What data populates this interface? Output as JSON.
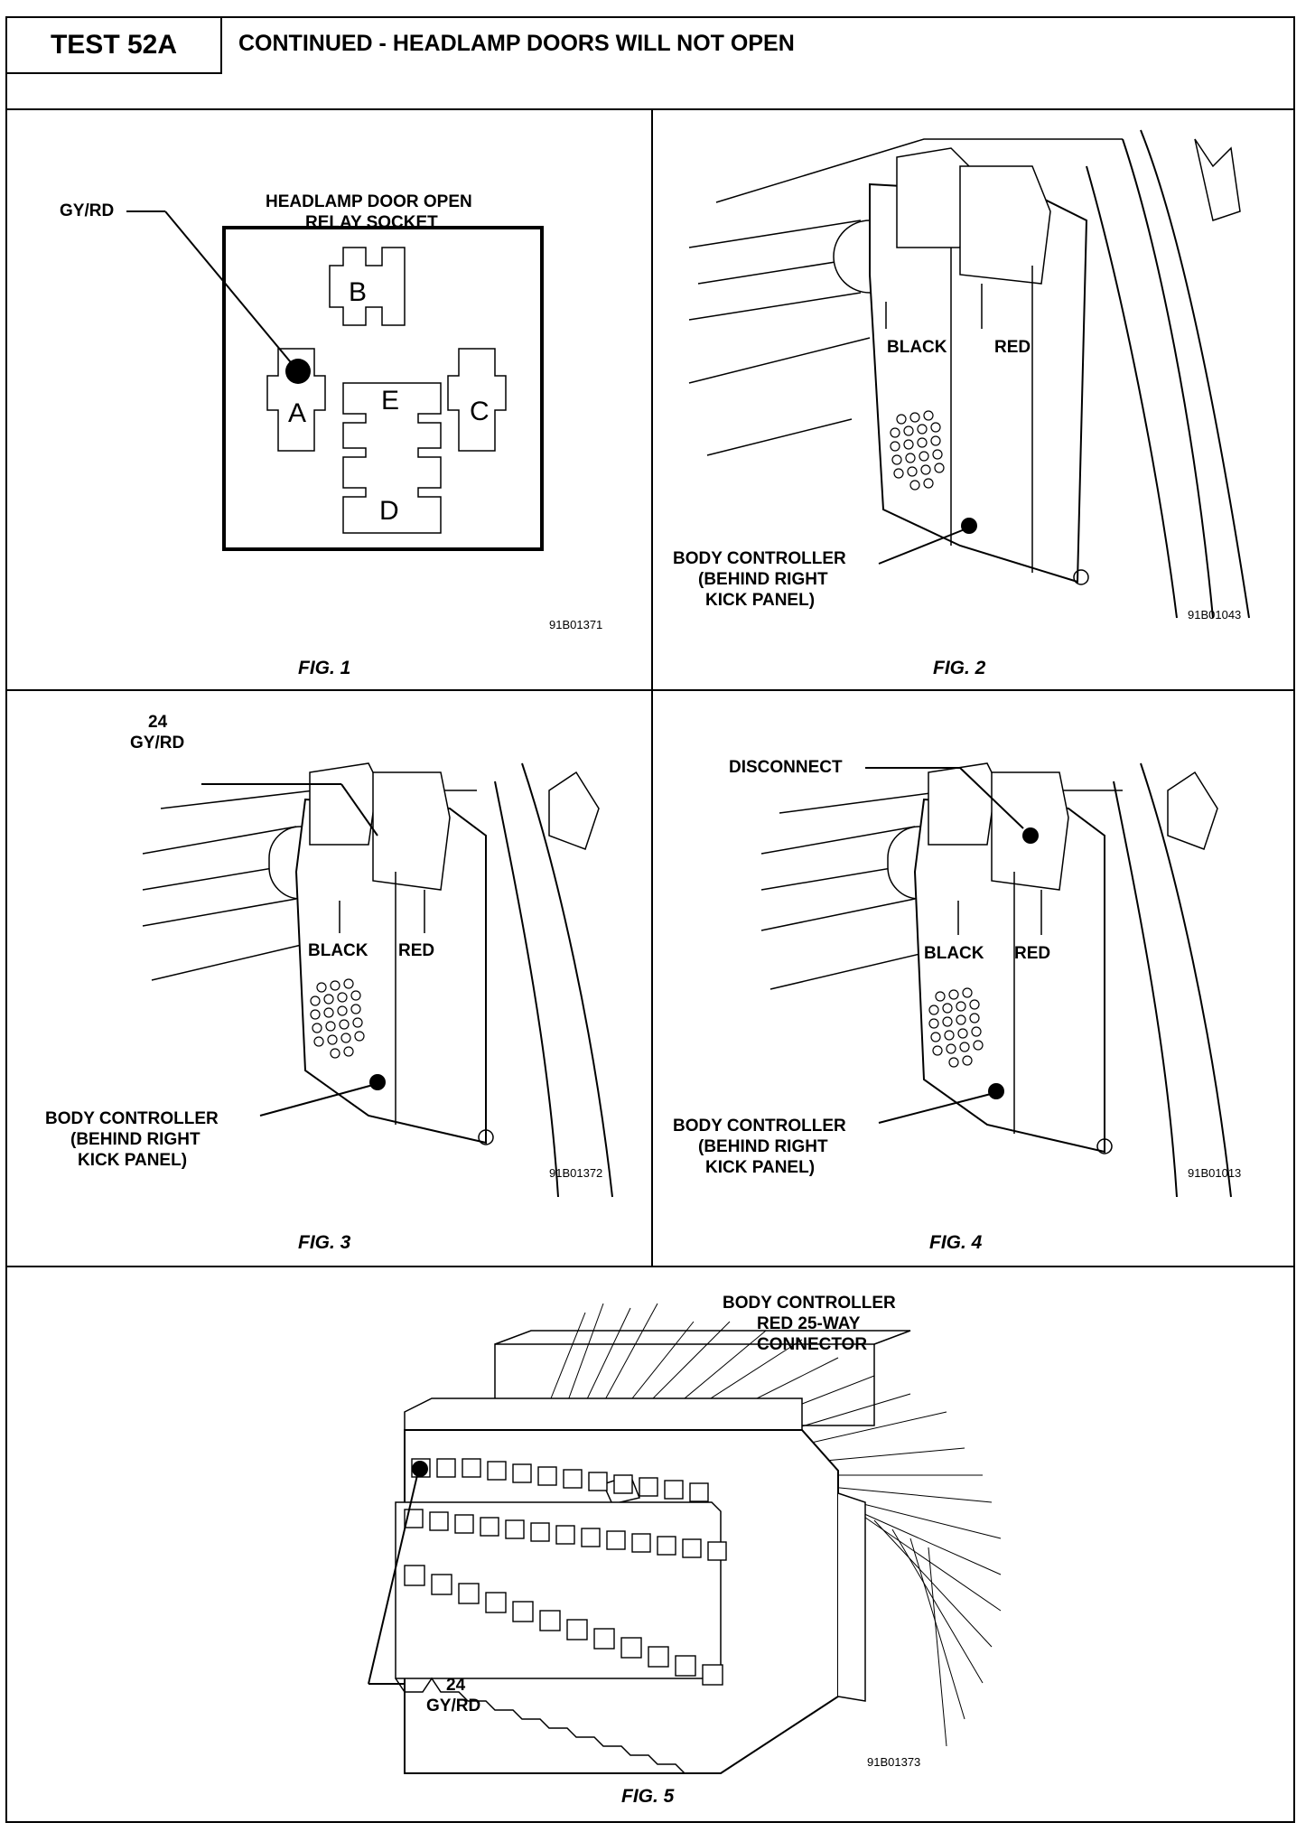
{
  "header": {
    "test_id": "TEST 52A",
    "title": "CONTINUED - HEADLAMP DOORS WILL NOT OPEN"
  },
  "fig1": {
    "socket_title_line1": "HEADLAMP DOOR OPEN",
    "socket_title_line2": "RELAY SOCKET",
    "wire_label": "GY/RD",
    "terminals": [
      "A",
      "B",
      "C",
      "D",
      "E"
    ],
    "code": "91B01371",
    "caption": "FIG. 1"
  },
  "fig2": {
    "black_label": "BLACK",
    "red_label": "RED",
    "controller_line1": "BODY CONTROLLER",
    "controller_line2": "(BEHIND RIGHT",
    "controller_line3": "KICK PANEL)",
    "code": "91B01043",
    "caption": "FIG. 2"
  },
  "fig3": {
    "pin_number": "24",
    "wire_label": "GY/RD",
    "black_label": "BLACK",
    "red_label": "RED",
    "controller_line1": "BODY CONTROLLER",
    "controller_line2": "(BEHIND RIGHT",
    "controller_line3": "KICK PANEL)",
    "code": "91B01372",
    "caption": "FIG. 3"
  },
  "fig4": {
    "disconnect_label": "DISCONNECT",
    "black_label": "BLACK",
    "red_label": "RED",
    "controller_line1": "BODY CONTROLLER",
    "controller_line2": "(BEHIND RIGHT",
    "controller_line3": "KICK PANEL)",
    "code": "91B01013",
    "caption": "FIG. 4"
  },
  "fig5": {
    "title_line1": "BODY CONTROLLER",
    "title_line2": "RED 25-WAY",
    "title_line3": "CONNECTOR",
    "pin_number": "24",
    "wire_label": "GY/RD",
    "code": "91B01373",
    "caption": "FIG. 5"
  }
}
